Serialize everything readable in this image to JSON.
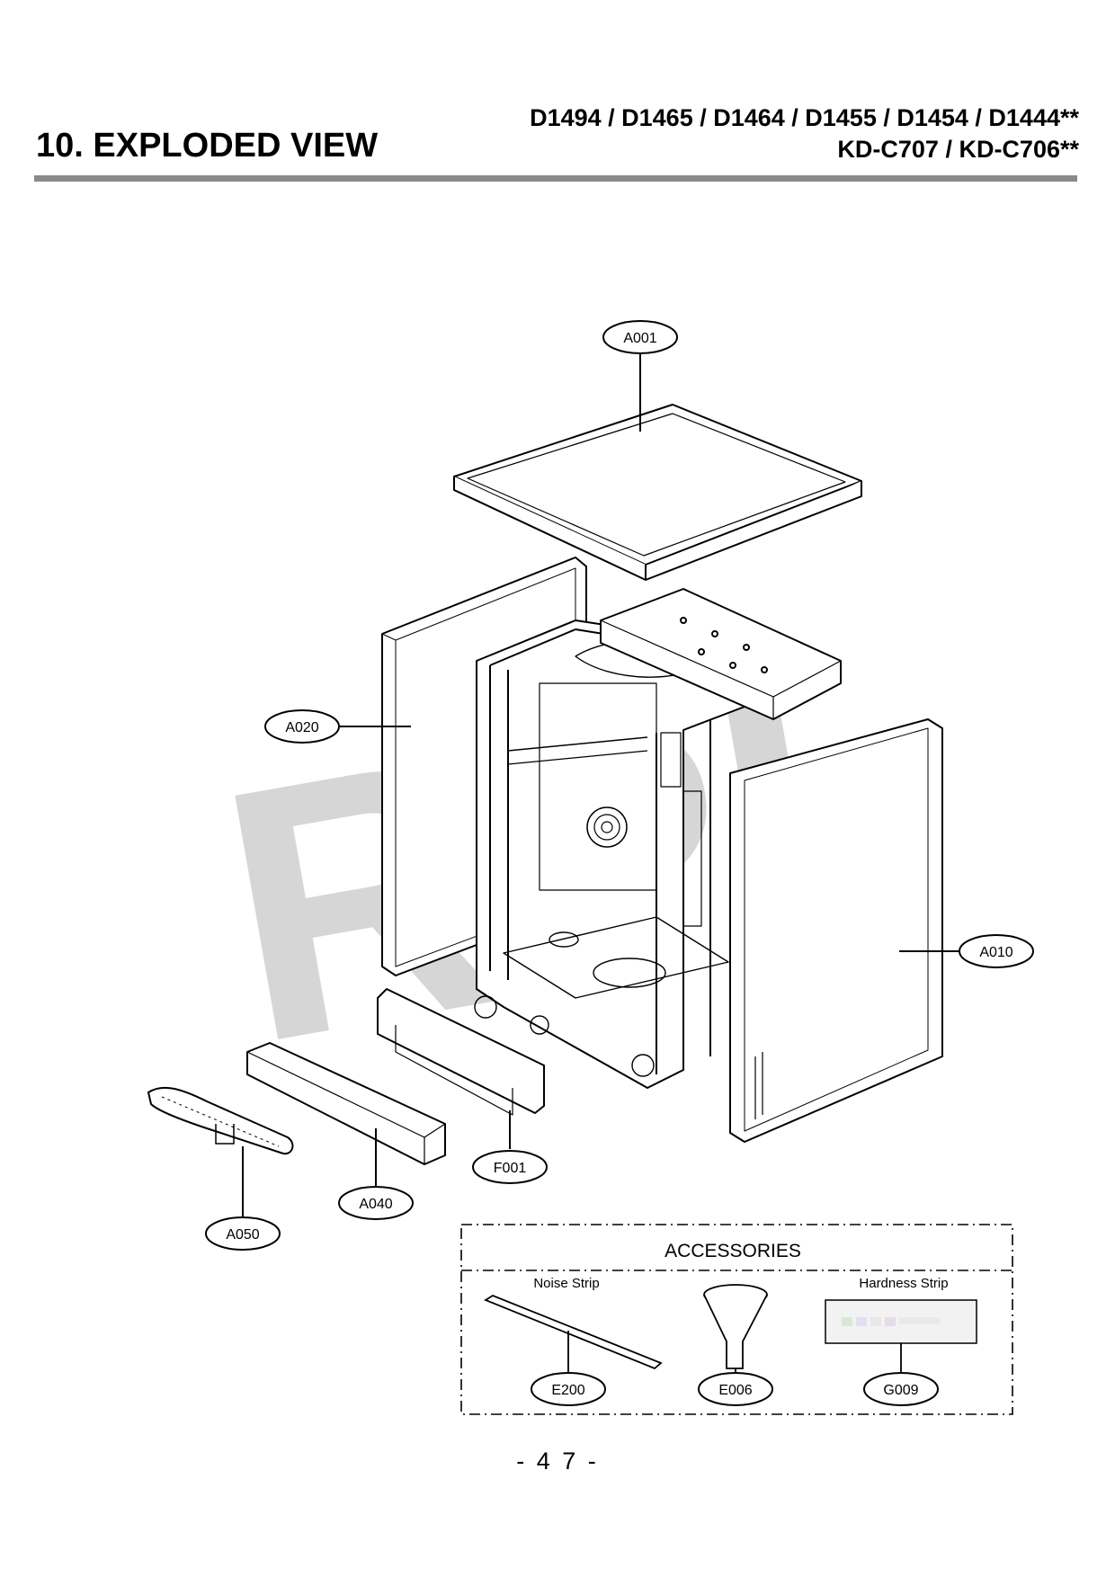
{
  "header": {
    "title": "10. EXPLODED VIEW",
    "models_line1": "D1494 / D1465 / D1464 / D1455 / D1454 / D1444**",
    "models_line2": "KD-C707 / KD-C706**"
  },
  "watermark": "RPI",
  "parts": {
    "a001": "A001",
    "a020": "A020",
    "a010": "A010",
    "f001": "F001",
    "a040": "A040",
    "a050": "A050"
  },
  "accessories": {
    "title": "ACCESSORIES",
    "items": [
      {
        "label": "Noise Strip",
        "code": "E200"
      },
      {
        "label": "",
        "code": "E006"
      },
      {
        "label": "Hardness Strip",
        "code": "G009"
      }
    ]
  },
  "footer": {
    "page": "- 4 7 -"
  }
}
